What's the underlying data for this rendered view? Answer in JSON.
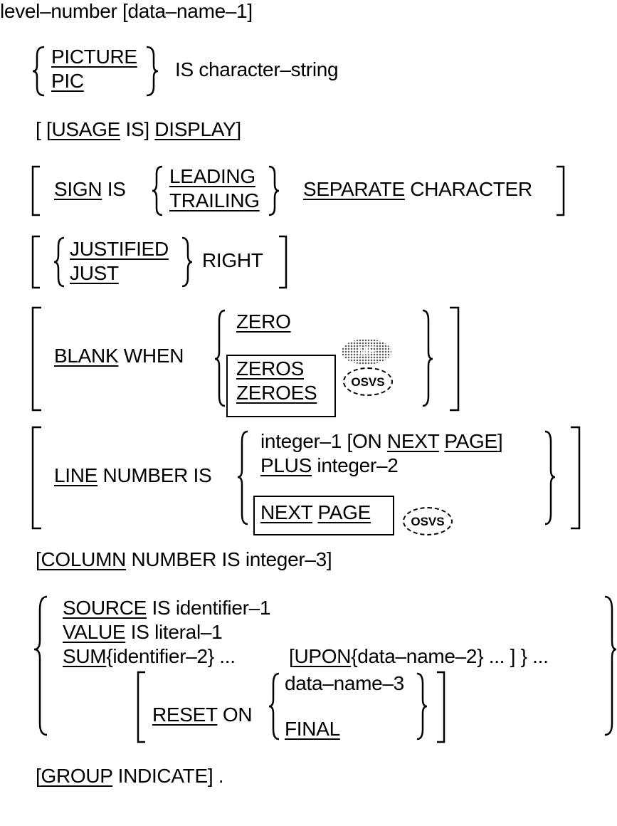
{
  "heading": {
    "level_number": "level–number",
    "data_name_1": "[data–name–1]"
  },
  "picture_clause": {
    "picture": "PICTURE",
    "pic": "PIC",
    "is_string": "IS character–string"
  },
  "usage_clause": {
    "open": "[ [",
    "usage": "USAGE",
    "is": " IS]",
    "display": "DISPLAY",
    "close": "]"
  },
  "sign_clause": {
    "sign": "SIGN",
    "is": " IS",
    "leading": "LEADING",
    "trailing": "TRAILING",
    "separate": "SEPARATE",
    "character": " CHARACTER"
  },
  "justified_clause": {
    "justified": "JUSTIFIED",
    "just": "JUST",
    "right": "RIGHT"
  },
  "blank_clause": {
    "blank": "BLANK",
    "when": " WHEN",
    "zero": "ZERO",
    "zeros": "ZEROS",
    "zeroes": "ZEROES",
    "badge_mf": "MF",
    "badge_osvs": "OSVS"
  },
  "line_clause": {
    "line": "LINE",
    "number_is": " NUMBER IS",
    "int1": "integer–1 [ON ",
    "next": "NEXT",
    "page": "PAGE",
    "close": "]",
    "plus": "PLUS",
    "int2": " integer–2",
    "np_next": "NEXT",
    "np_page": "PAGE",
    "badge_osvs": "OSVS"
  },
  "column_clause": {
    "open": "[",
    "column": "COLUMN",
    "rest": " NUMBER IS integer–3]"
  },
  "source_clause": {
    "source": "SOURCE",
    "source_rest": " IS identifier–1",
    "value": "VALUE",
    "value_rest": " IS literal–1",
    "sum": "SUM",
    "sum_rest": "{identifier–2} ...",
    "upon_open": "[",
    "upon": "UPON",
    "upon_rest": "{data–name–2}  ...  ]  }  ...",
    "reset": "RESET",
    "on": " ON",
    "data_name_3": "data–name–3",
    "final": "FINAL"
  },
  "group_clause": {
    "open": "[",
    "group": "GROUP",
    "rest": " INDICATE]  ."
  }
}
